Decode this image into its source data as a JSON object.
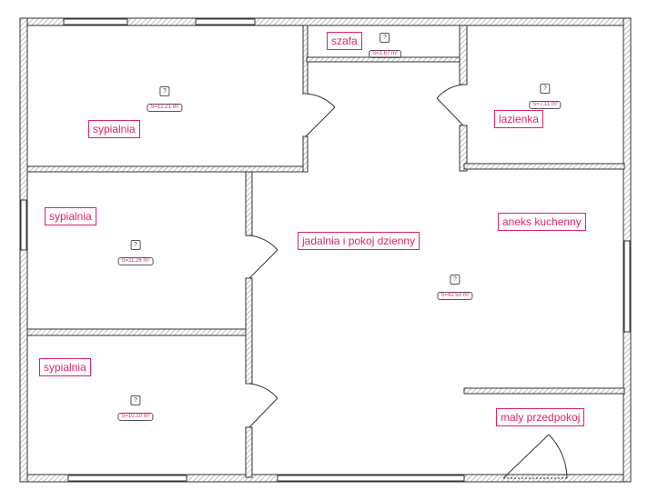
{
  "rooms": [
    {
      "name": "sypialnia",
      "area": "S=12.21 m²",
      "unknown": "?"
    },
    {
      "name": "szafa",
      "area": "S=1.67 m²",
      "unknown": "?"
    },
    {
      "name": "lazienka",
      "area": "S=7.11 m²",
      "unknown": "?"
    },
    {
      "name": "sypialnia",
      "area": "S=11.26 m²",
      "unknown": "?"
    },
    {
      "name": "jadalnia i pokoj dzienny",
      "area": "S=42.50 m²",
      "unknown": "?"
    },
    {
      "name": "aneks kuchenny"
    },
    {
      "name": "sypialnia",
      "area": "S=10.10 m²",
      "unknown": "?"
    },
    {
      "name": "maly przedpokoj"
    }
  ],
  "colors": {
    "label": "#e0245e",
    "wall": "#333333"
  }
}
